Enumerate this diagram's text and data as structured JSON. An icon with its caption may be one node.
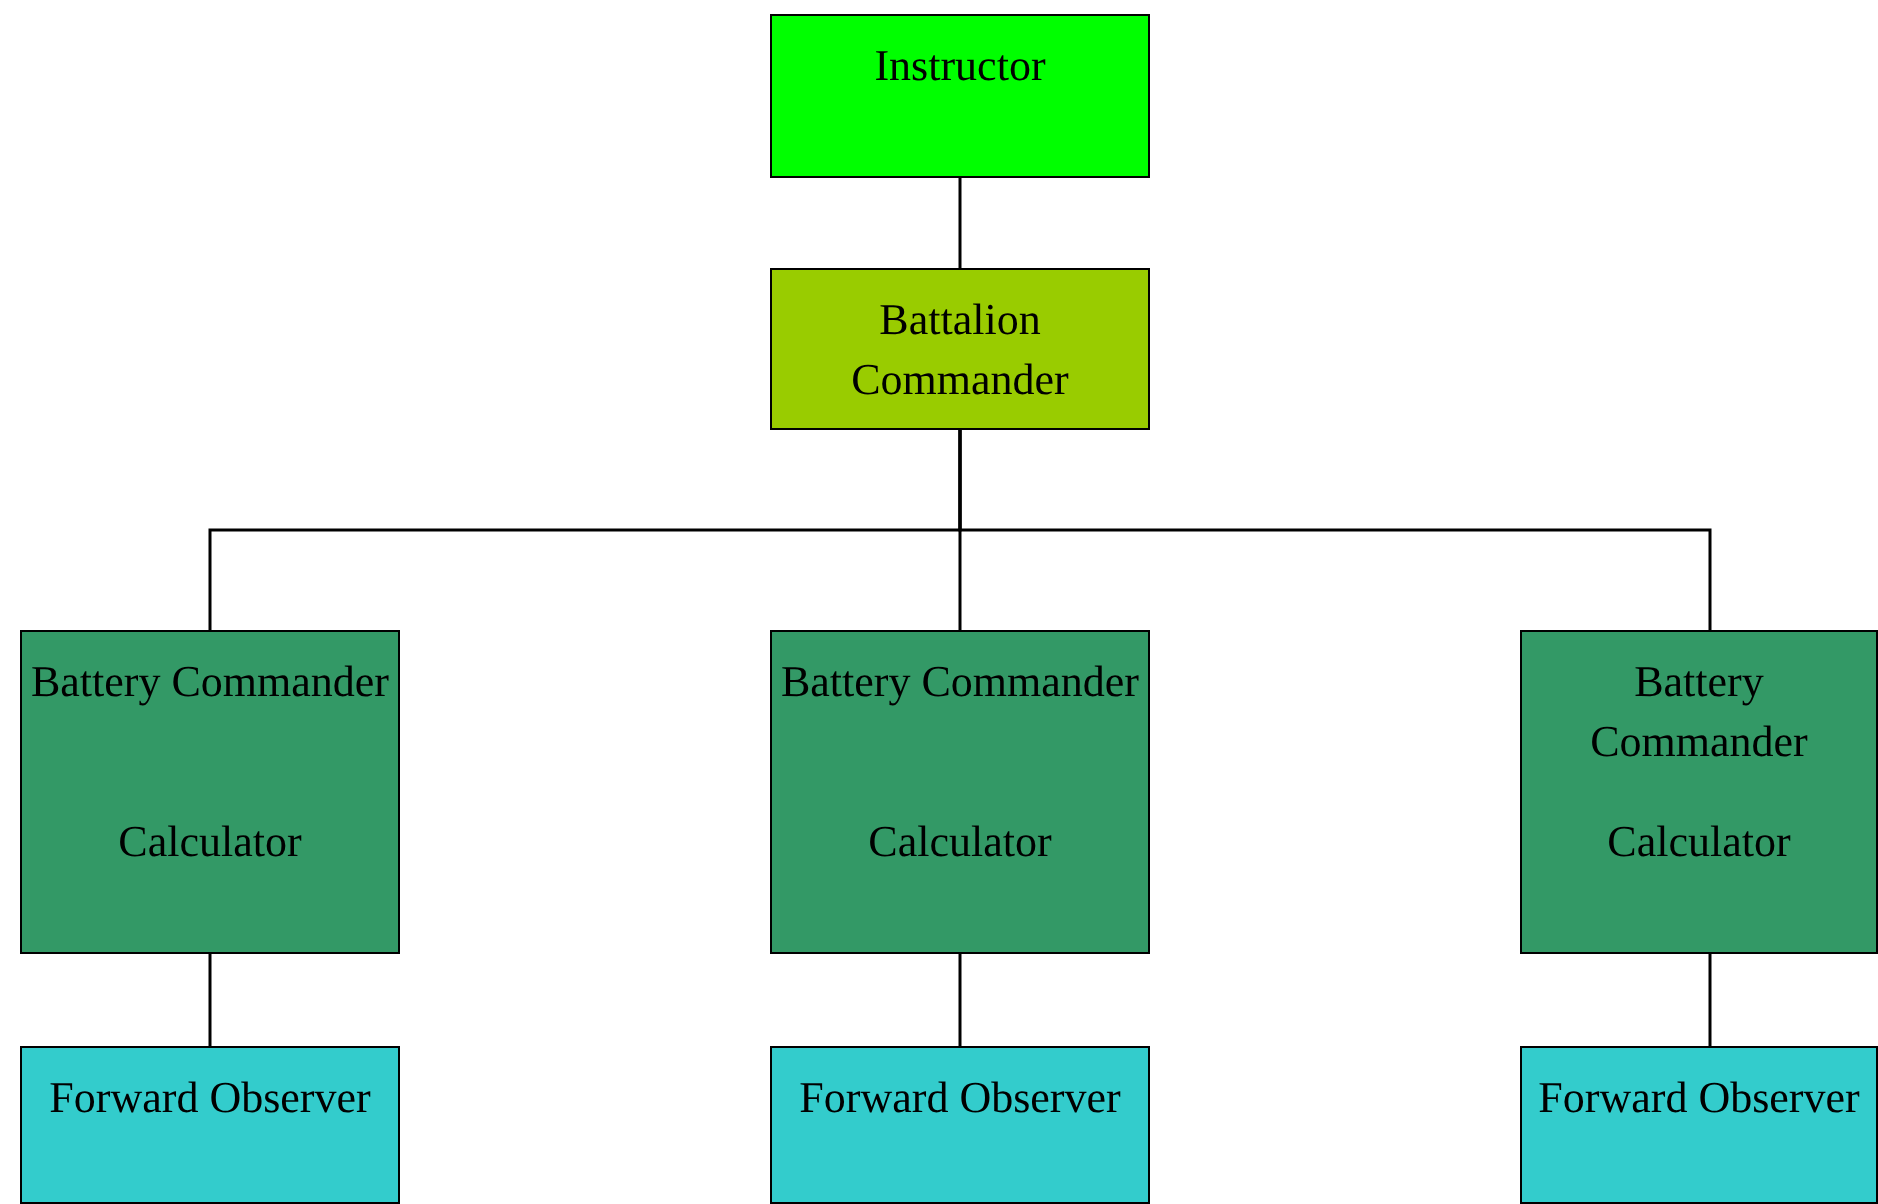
{
  "diagram": {
    "nodes": [
      {
        "text": [
          "Instructor"
        ]
      },
      {
        "text": [
          "Battalion Commander"
        ]
      },
      {
        "text": [
          "Battery Commander"
        ]
      },
      {
        "text": [
          "Calculator"
        ]
      },
      {
        "text": [
          "Forward Observer"
        ]
      },
      {
        "text": [
          "Battery Commander"
        ]
      },
      {
        "text": [
          "Calculator"
        ]
      },
      {
        "text": [
          "Forward Observer"
        ]
      },
      {
        "text": [
          "Battery Commander"
        ]
      },
      {
        "text": [
          "Calculator"
        ]
      },
      {
        "text": [
          "Forward Observer"
        ]
      }
    ],
    "edges": [
      {
        "from": 0,
        "to": 1,
        "arrow": "none"
      },
      {
        "from": 1,
        "to": 2,
        "arrow": "none"
      },
      {
        "from": 1,
        "to": 5,
        "arrow": "none"
      },
      {
        "from": 1,
        "to": 8,
        "arrow": "none"
      },
      {
        "from": 3,
        "to": 4,
        "arrow": "none"
      },
      {
        "from": 6,
        "to": 7,
        "arrow": "none"
      },
      {
        "from": 9,
        "to": 10,
        "arrow": "none"
      }
    ]
  }
}
